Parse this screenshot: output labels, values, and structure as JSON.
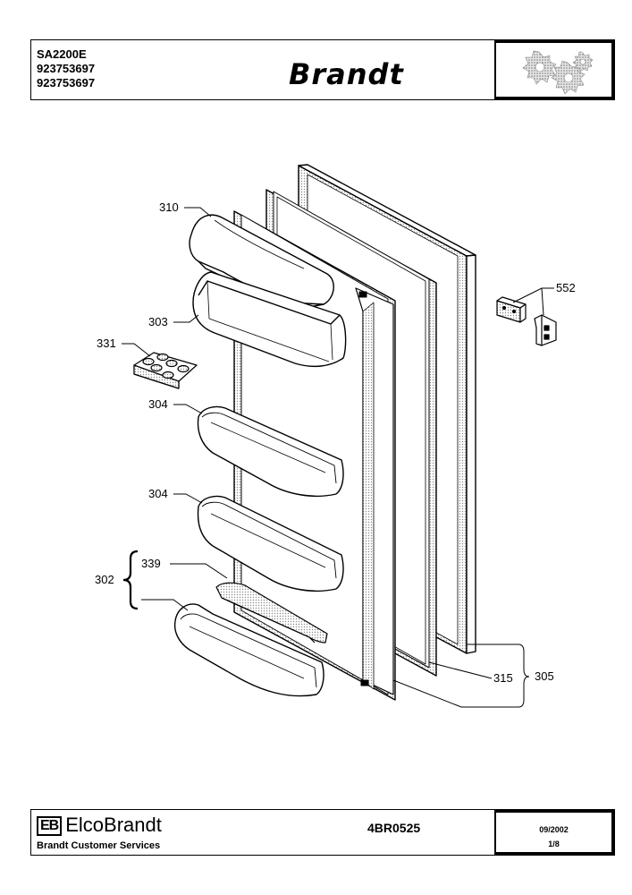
{
  "header": {
    "model": "SA2200E",
    "code_1": "923753697",
    "code_2": "923753697",
    "brand": "Brandt",
    "gears_icon": "gears-icon"
  },
  "diagram": {
    "labels": {
      "door_shelf_top": "310",
      "door_shelf_tray": "303",
      "egg_tray": "331",
      "bottle_rack_1": "304",
      "bottle_rack_2": "304",
      "bottle_rack_group": "302",
      "bottle_guard": "339",
      "gasket": "315",
      "door_assembly": "305",
      "hinge_brackets": "552"
    }
  },
  "footer": {
    "company_mark": "EB",
    "company": "ElcoBrandt",
    "services": "Brandt Customer Services",
    "doc_ref": "4BR0525",
    "date": "09/2002",
    "page": "1/8"
  },
  "colors": {
    "ink": "#000000",
    "shade": "#cfcfcf",
    "paper": "#ffffff"
  }
}
